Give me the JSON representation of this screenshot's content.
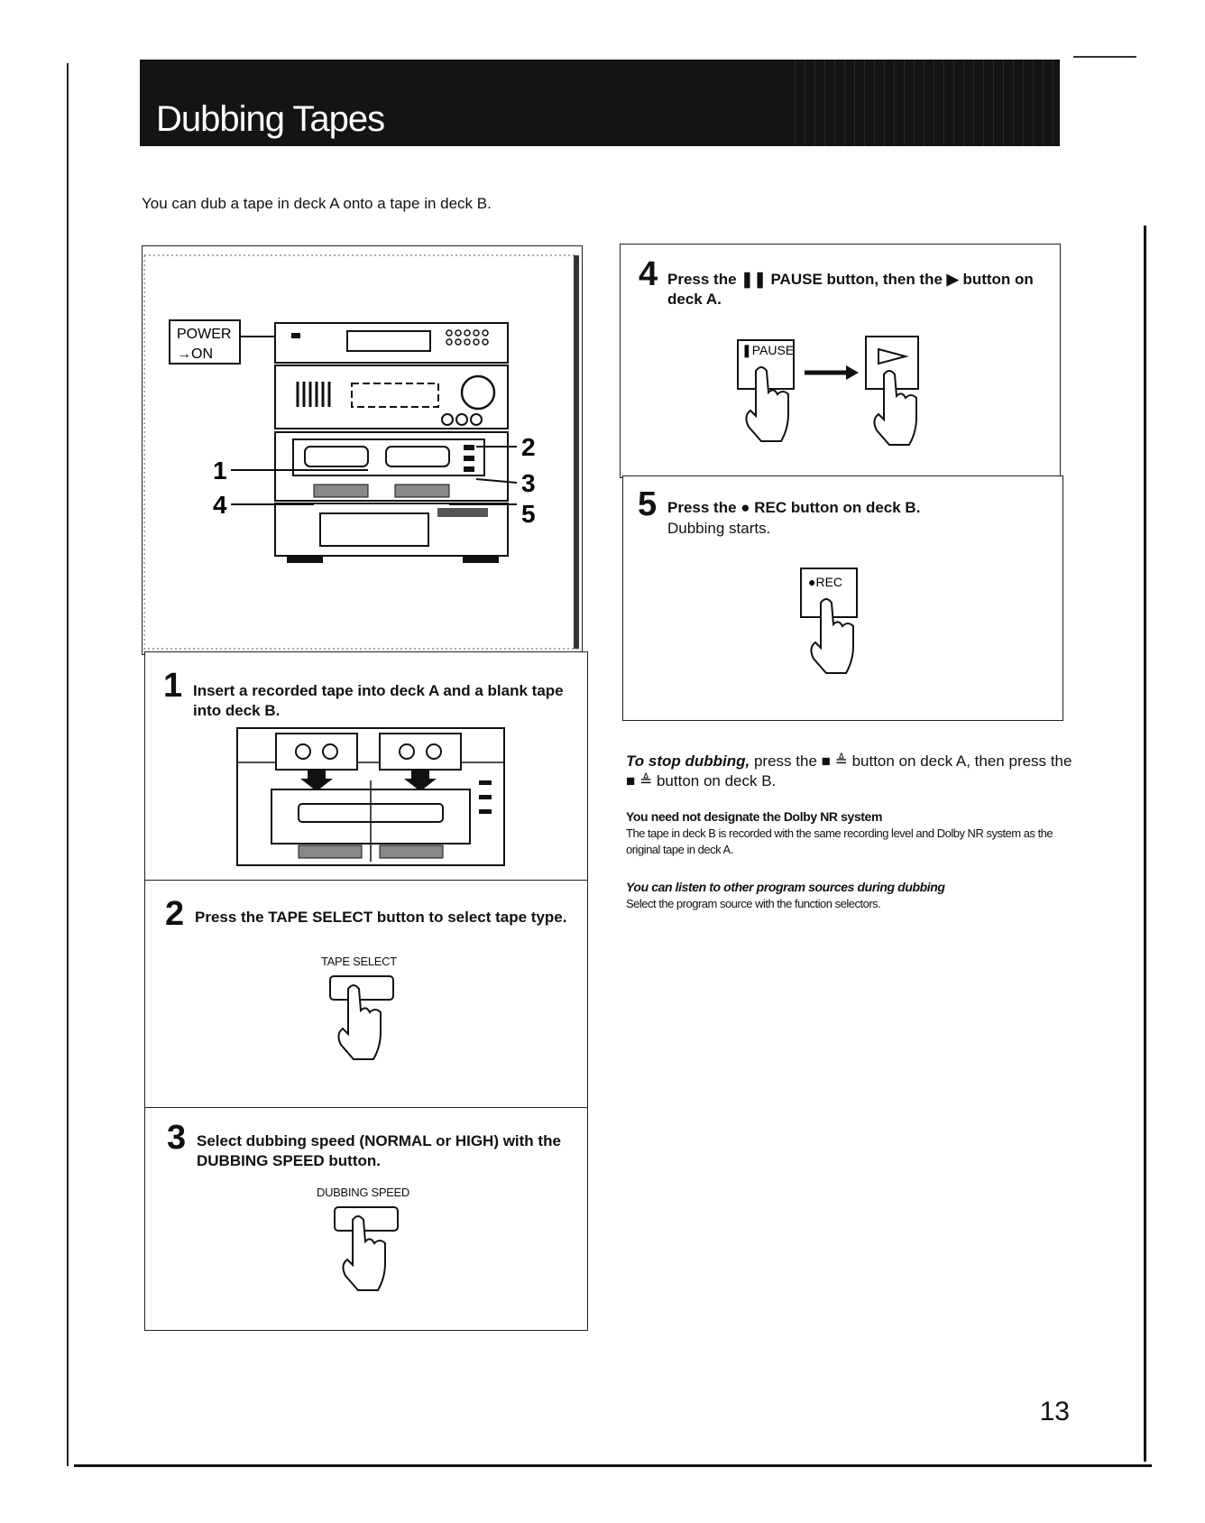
{
  "header": {
    "title": "Dubbing Tapes"
  },
  "intro": "You can dub a tape in deck A onto a tape in deck B.",
  "diagram": {
    "power_label_1": "POWER",
    "power_label_2": "→ON",
    "callouts": [
      "1",
      "2",
      "3",
      "4",
      "5"
    ]
  },
  "steps": [
    {
      "num": "1",
      "text": "Insert a recorded tape into deck A and a blank tape into deck B."
    },
    {
      "num": "2",
      "text": "Press the TAPE SELECT button to select tape type.",
      "button_label": "TAPE SELECT"
    },
    {
      "num": "3",
      "text": "Select dubbing speed (NORMAL or HIGH) with the DUBBING SPEED button.",
      "button_label": "DUBBING SPEED"
    },
    {
      "num": "4",
      "text": "Press the ❚❚ PAUSE button, then the ▶ button on deck A.",
      "button_label": "❚PAUSE"
    },
    {
      "num": "5",
      "text": "Press the ● REC button on deck B.",
      "subtext": "Dubbing starts.",
      "button_label": "●REC"
    }
  ],
  "notes": {
    "stop_lead": "To stop dubbing,",
    "stop_rest": "press the ■ ≜ button on deck A, then press the ■ ≜ button on deck B.",
    "note1_title": "You need not designate the Dolby NR system",
    "note1_body": "The tape in deck B is recorded with the same recording level and Dolby NR system as the original tape in deck A.",
    "note2_title": "You can listen to other program sources during dubbing",
    "note2_body": "Select the program source with the function selectors."
  },
  "page_number": "13"
}
